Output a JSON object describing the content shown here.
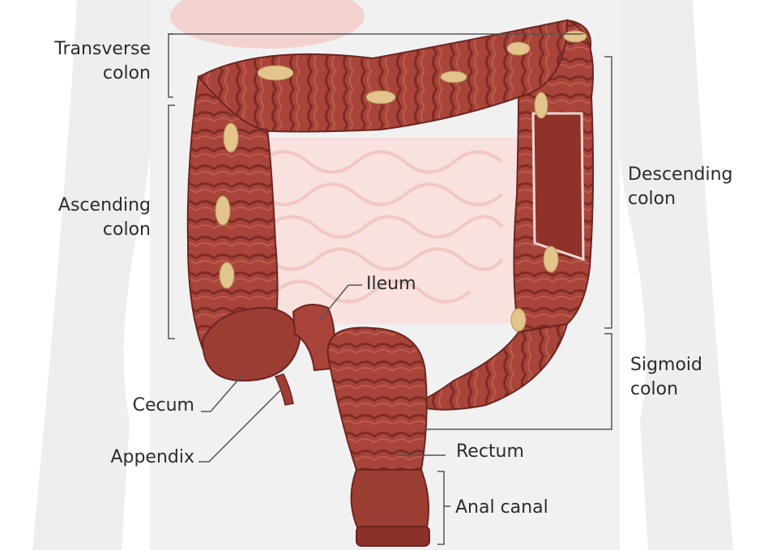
{
  "labels": {
    "transverse_colon": [
      "Transverse",
      "colon"
    ],
    "ascending_colon": [
      "Ascending",
      "colon"
    ],
    "descending_colon": [
      "Descending",
      "colon"
    ],
    "sigmoid_colon": [
      "Sigmoid",
      "colon"
    ],
    "ileum": "Ileum",
    "cecum": "Cecum",
    "appendix": "Appendix",
    "rectum": "Rectum",
    "anal_canal": "Anal canal"
  },
  "colors": {
    "background": "#ffffff",
    "body_silhouette": "#eeeeee",
    "colon_base": "#a8443a",
    "colon_shade": "#7e2c25",
    "colon_highlight": "#c96a5c",
    "fat_deposit": "#e2c48c",
    "small_intestine": "#f6d6d2",
    "leader_line": "#555555",
    "label_text": "#2c2c2c"
  }
}
